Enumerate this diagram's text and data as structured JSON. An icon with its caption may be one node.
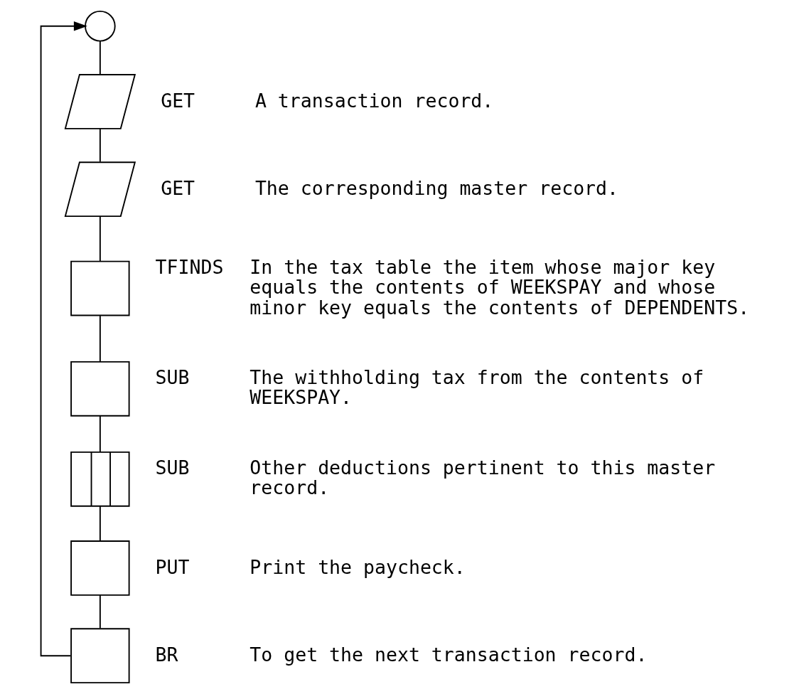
{
  "diagram": {
    "nodes": [
      {
        "text": [],
        "shape": "circle"
      },
      {
        "text": [],
        "shape": "parallelogram",
        "beside": [
          "GET",
          "A transaction record."
        ]
      },
      {
        "text": [],
        "shape": "parallelogram",
        "beside": [
          "GET",
          "The corresponding master record."
        ]
      },
      {
        "text": [],
        "shape": "box",
        "beside": [
          "TFINDS",
          "In the tax table the item whose major key equals the contents of WEEKSPAY and whose minor key equals the contents of DEPENDENTS."
        ]
      },
      {
        "text": [],
        "shape": "box",
        "beside": [
          "SUB",
          "The withholding tax from the contents of WEEKSPAY."
        ]
      },
      {
        "text": [],
        "shape": "subroutine",
        "beside": [
          "SUB",
          "Other deductions pertinent to this master record."
        ]
      },
      {
        "text": [],
        "shape": "box",
        "beside": [
          "PUT",
          "Print the paycheck."
        ]
      },
      {
        "text": [],
        "shape": "box",
        "beside": [
          "BR",
          "To get the next transaction record."
        ]
      }
    ],
    "edges": [
      {
        "from": 0,
        "to": 1,
        "arrow": "none"
      },
      {
        "from": 1,
        "to": 2,
        "arrow": "none"
      },
      {
        "from": 2,
        "to": 3,
        "arrow": "none"
      },
      {
        "from": 3,
        "to": 4,
        "arrow": "none"
      },
      {
        "from": 4,
        "to": 5,
        "arrow": "none"
      },
      {
        "from": 5,
        "to": 6,
        "arrow": "none"
      },
      {
        "from": 6,
        "to": 7,
        "arrow": "none"
      },
      {
        "from": 7,
        "to": 0,
        "arrow": "to"
      }
    ]
  }
}
